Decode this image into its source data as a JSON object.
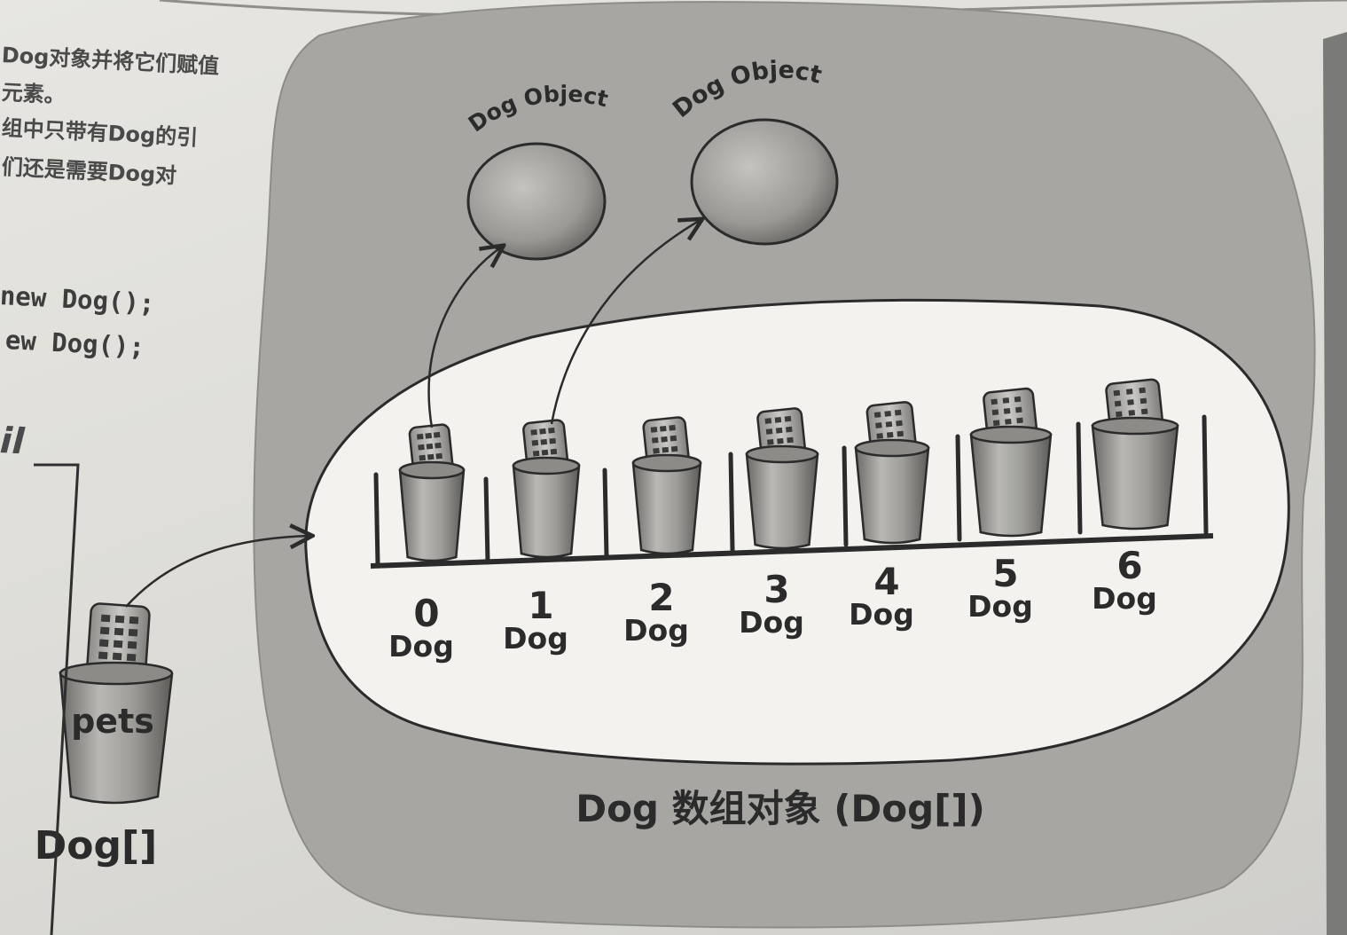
{
  "margin_text": {
    "lines": [
      "Dog对象并将它们赋值",
      "元素。",
      "组中只带有Dog的引",
      "们还是需要Dog对"
    ],
    "code_lines": [
      "new Dog();",
      "ew Dog();"
    ],
    "fragment": "il"
  },
  "objects": [
    "Dog Object",
    "Dog Object"
  ],
  "array": {
    "indices": [
      "0",
      "1",
      "2",
      "3",
      "4",
      "5",
      "6"
    ],
    "element_type": "Dog",
    "caption": "Dog 数组对象 (Dog[])"
  },
  "reference": {
    "name": "pets",
    "type": "Dog[]"
  },
  "colors": {
    "heap": "#a7a6a3",
    "array_fill": "#f3f2ee",
    "ink": "#2b2b2b"
  }
}
